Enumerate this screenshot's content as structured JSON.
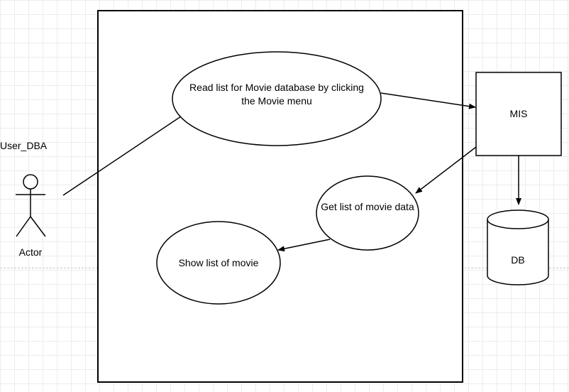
{
  "diagram": {
    "actor_title": "User_DBA",
    "actor_label": "Actor",
    "use_cases": {
      "read_list": "Read list for Movie database by clicking the Movie menu",
      "get_list": "Get list of movie data",
      "show_list": "Show list of movie"
    },
    "mis_label": "MIS",
    "db_label": "DB"
  }
}
